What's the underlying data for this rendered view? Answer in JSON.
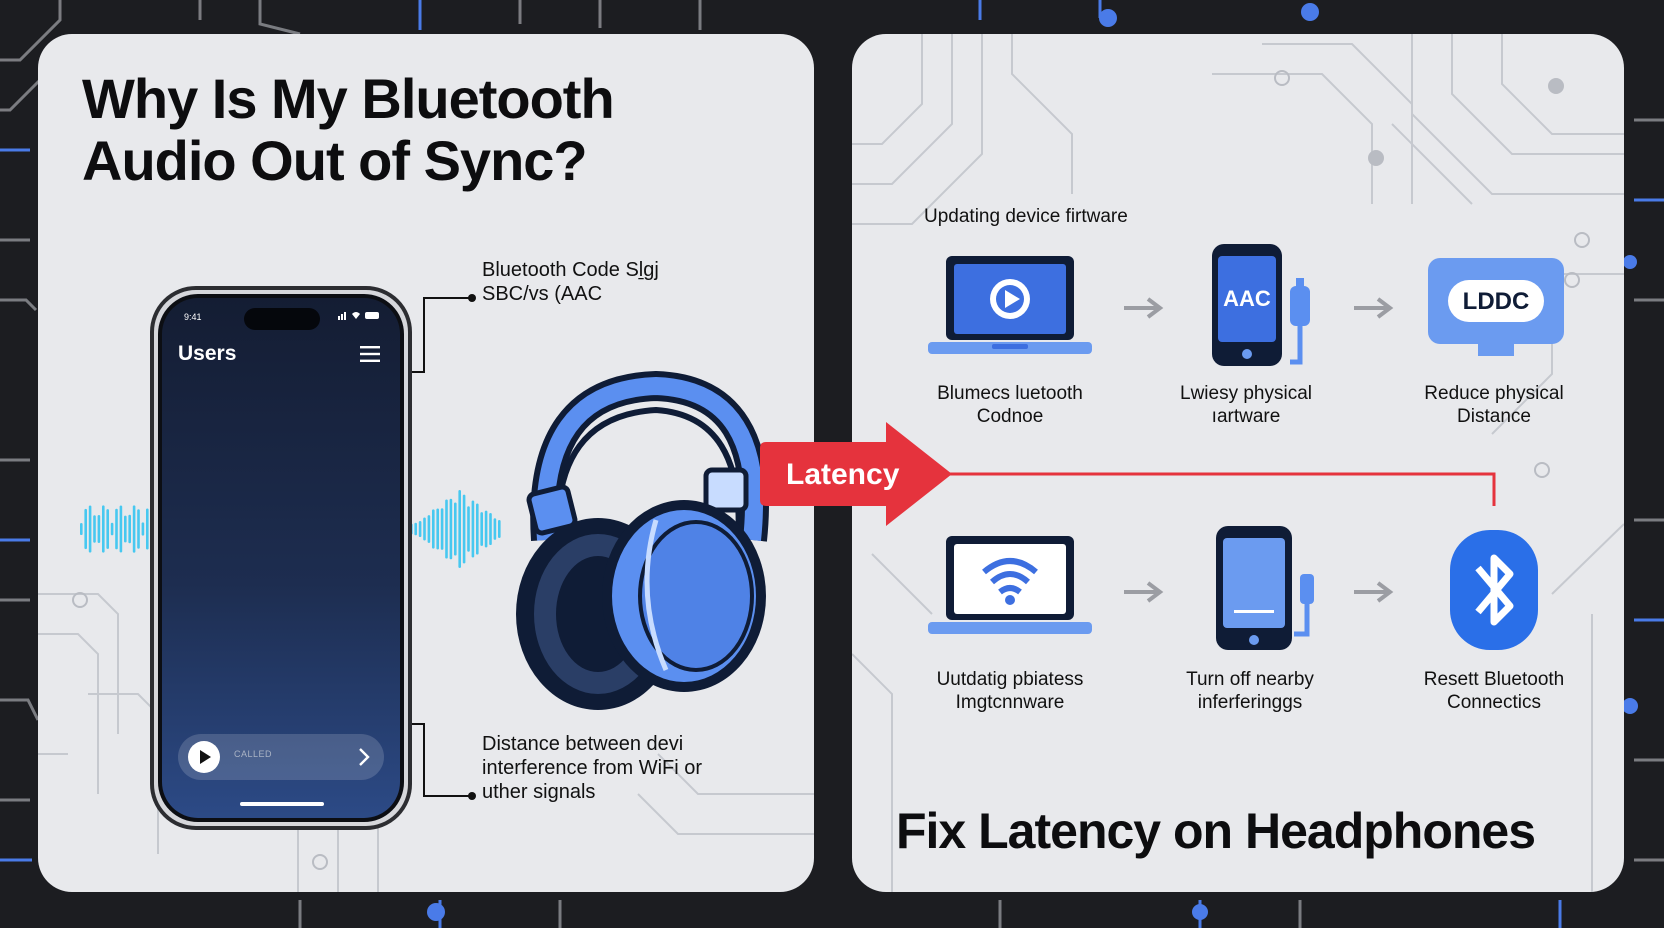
{
  "left": {
    "title_line1": "Why Is My Bluetooth",
    "title_line2": "Audio Out of Sync?",
    "callout_codec_line1": "Bluetooth Code Sḻgj",
    "callout_codec_line2": "SBC/vs (AAC",
    "callout_distance_line1": "Distance between devi",
    "callout_distance_line2": "interference from WiFi or",
    "callout_distance_line3": "uther signals",
    "phone": {
      "screen_title": "Users",
      "status_time": "9:41",
      "player_label": "CALLED"
    }
  },
  "right": {
    "steps_title": "Updating device firtware",
    "latency_label": "Latency",
    "footer_title": "Fix Latency on Headphones",
    "top_row": [
      {
        "icon": "laptop-play-icon",
        "line1": "Blumecs luetooth",
        "line2": "Codnoe"
      },
      {
        "icon": "phone-aac-icon",
        "badge": "AAC",
        "line1": "Lwiesy physical",
        "line2": "ıartware"
      },
      {
        "icon": "ldac-monitor-icon",
        "badge": "LDDC",
        "line1": "Reduce physical",
        "line2": "Distance"
      }
    ],
    "bottom_row": [
      {
        "icon": "laptop-wifi-icon",
        "line1": "Uutdatig pbiatess",
        "line2": "Imgtcnnware"
      },
      {
        "icon": "phone-cable-icon",
        "line1": "Turn off nearby",
        "line2": "inferferinggs"
      },
      {
        "icon": "bluetooth-icon",
        "line1": "Resett Bluetooth",
        "line2": "Connectics"
      }
    ]
  },
  "colors": {
    "accent_blue": "#3d6fe0",
    "light_blue": "#6b9bf0",
    "latency_red": "#e5333d",
    "wave_cyan": "#47c8f0",
    "panel_bg": "#e8e9ec",
    "page_bg": "#1c1d21"
  }
}
